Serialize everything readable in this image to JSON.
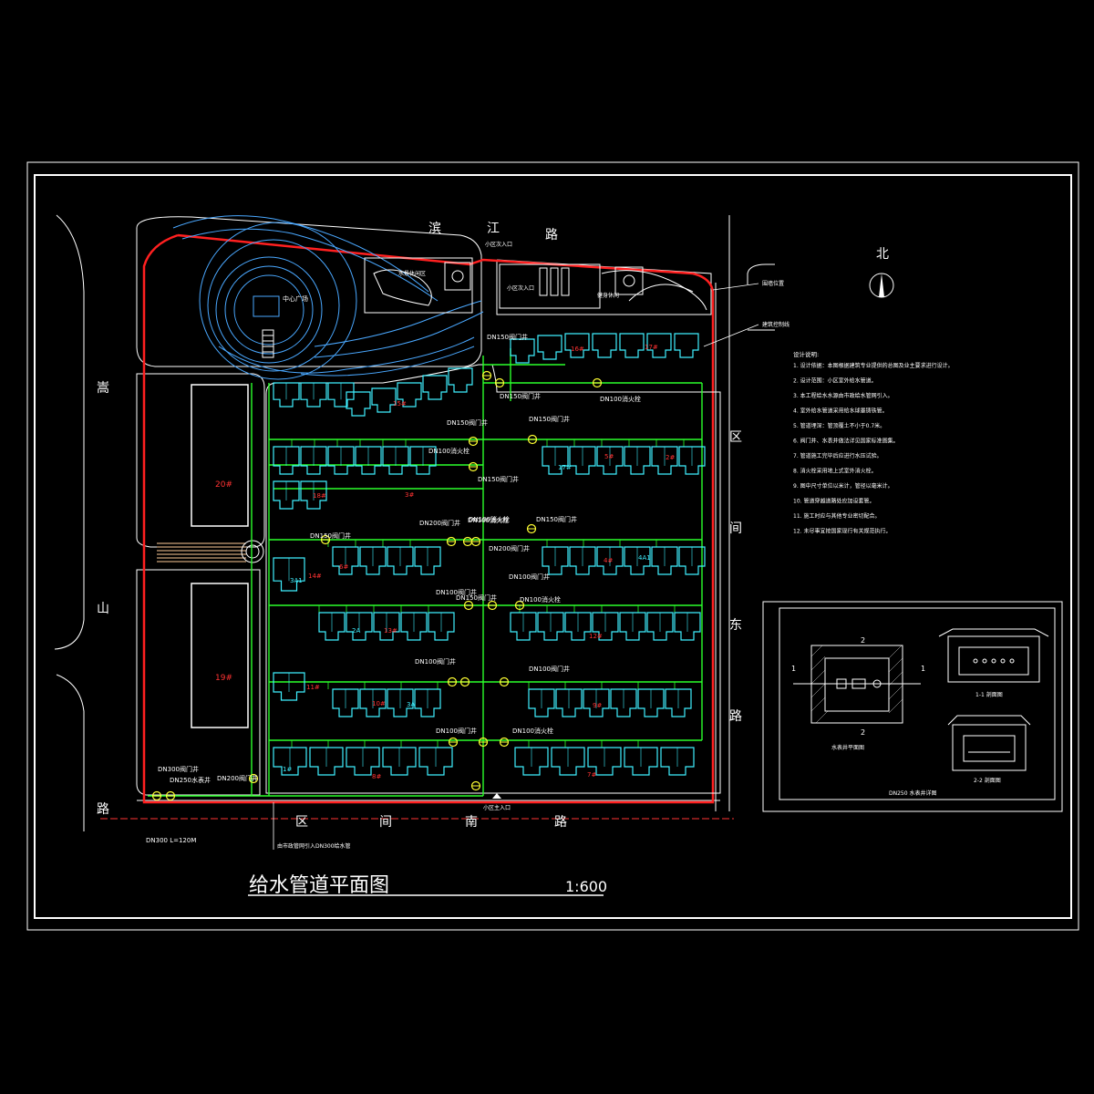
{
  "title": {
    "main": "给水管道平面图",
    "scale": "1:600"
  },
  "roads": {
    "north": [
      "滨",
      "江",
      "路"
    ],
    "west": [
      "嵩",
      "山",
      "路"
    ],
    "east": [
      "区",
      "间",
      "东",
      "路"
    ],
    "south": [
      "区",
      "间",
      "南",
      "路"
    ]
  },
  "north_arrow": "北",
  "blocks": [
    {
      "label": "20#"
    },
    {
      "label": "19#"
    }
  ],
  "pipe_labels": [
    "DN150阀门井",
    "DN150阀门井",
    "DN100消火栓",
    "DN150阀门井",
    "DN150阀门井",
    "DN100消火栓",
    "DN150阀门井",
    "DN150阀门井",
    "DN200阀门井",
    "DN100消火栓",
    "DN200阀门井",
    "DN150阀门井",
    "DN100阀门井",
    "DN100消火栓",
    "DN100阀门井",
    "DN150阀门井",
    "DN100消火栓",
    "DN100阀门井",
    "DN100阀门井",
    "DN100阀门井",
    "DN100消火栓",
    "DN300阀门井",
    "DN250水表井",
    "DN200阀门井",
    "DN300 L=120M"
  ],
  "building_labels": [
    "15#",
    "16#",
    "17#",
    "18#",
    "5#",
    "4#",
    "14#",
    "13#",
    "12#",
    "11#",
    "10#",
    "9#",
    "8#",
    "7#",
    "6#",
    "3#",
    "2#",
    "1#",
    "17#",
    "3A1",
    "4A1",
    "2A",
    "3A"
  ],
  "notes": {
    "heading": "设计说明:",
    "lines": [
      "1. 设计依据：本图根据建筑专业提供的总图及业主要求进行设计。",
      "2. 设计范围：小区室外给水管道。",
      "3. 本工程给水水源由市政给水管网引入。",
      "4. 室外给水管道采用给水球墨铸铁管。",
      "5. 管道埋深：管顶覆土不小于0.7米。",
      "6. 阀门井、水表井做法详见国家标准图集。",
      "7. 管道施工完毕后应进行水压试验。",
      "8. 消火栓采用地上式室外消火栓。",
      "9. 图中尺寸单位以米计，管径以毫米计。",
      "10. 管道穿越道路处应加设套管。",
      "11. 施工时应与其他专业密切配合。",
      "12. 未尽事宜按国家现行有关规范执行。"
    ]
  },
  "detail": {
    "plan_caption": "水表井平面图",
    "section1": "1-1 剖面图",
    "section2": "2-2 剖面图",
    "footer": "DN250 水表井详图",
    "markers": [
      "1",
      "1",
      "2",
      "2"
    ]
  },
  "callouts": [
    "围墙位置",
    "建筑控制线",
    "小区主入口",
    "小区次入口",
    "由市政管网引入DN300给水管"
  ],
  "colors": {
    "background": "#000000",
    "frame": "#ffffff",
    "boundary": "#ff2020",
    "pipe": "#2aff2a",
    "building": "#3ff0ff",
    "landscape": "#4aa8ff",
    "valve": "#ffff33",
    "accent_red": "#ff3333"
  }
}
